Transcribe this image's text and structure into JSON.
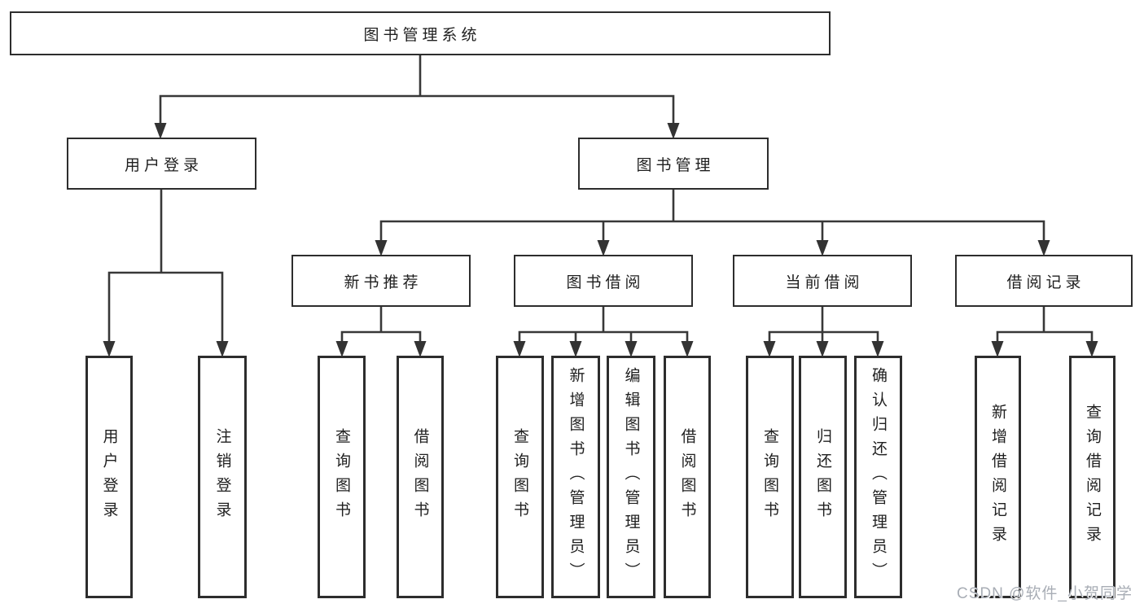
{
  "diagram": {
    "root": {
      "label": "图书管理系统"
    },
    "level2": [
      {
        "label": "用户登录"
      },
      {
        "label": "图书管理"
      }
    ],
    "level3": [
      {
        "label": "新书推荐"
      },
      {
        "label": "图书借阅"
      },
      {
        "label": "当前借阅"
      },
      {
        "label": "借阅记录"
      }
    ],
    "leaves": {
      "login": [
        "用户登录",
        "注销登录"
      ],
      "newbook": [
        "查询图书",
        "借阅图书"
      ],
      "borrow": [
        "查询图书",
        "新增图书（管理员）",
        "编辑图书（管理员）",
        "借阅图书"
      ],
      "current": [
        "查询图书",
        "归还图书",
        "确认归还（管理员）"
      ],
      "records": [
        "新增借阅记录",
        "查询借阅记录"
      ]
    },
    "colors": {
      "line": "#383838",
      "box_border": "#2d2d2d",
      "box_fill": "#ffffff",
      "text": "#1f1f1f",
      "watermark": "#a8adb5"
    }
  },
  "watermark": {
    "text": "CSDN @软件_小贺同学"
  }
}
